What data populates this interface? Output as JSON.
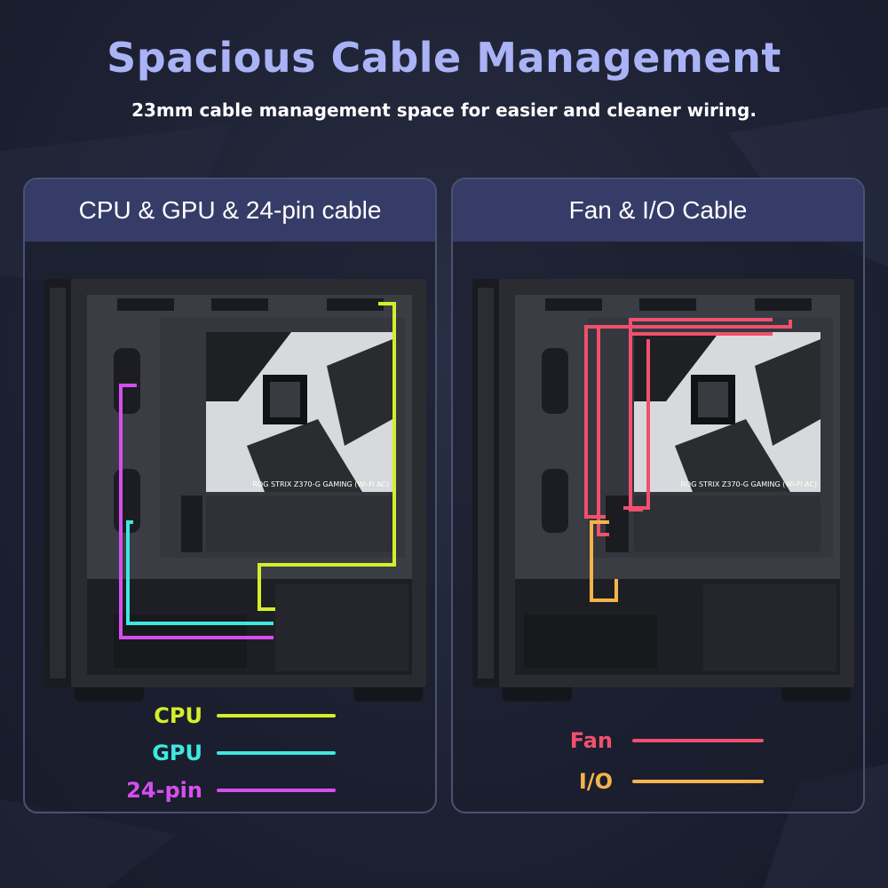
{
  "header": {
    "title": "Spacious Cable Management",
    "subtitle": "23mm cable management space for easier and cleaner wiring."
  },
  "panels": [
    {
      "title": "CPU & GPU & 24-pin cable",
      "board_label": "ROG STRIX Z370-G GAMING (Wi-Fi AC)",
      "legend": [
        {
          "label": "CPU",
          "color": "#d4ee2a"
        },
        {
          "label": "GPU",
          "color": "#3ee8e0"
        },
        {
          "label": "24-pin",
          "color": "#d64ef0"
        }
      ]
    },
    {
      "title": "Fan & I/O Cable",
      "board_label": "ROG STRIX Z370-G GAMING (Wi-Fi AC)",
      "legend": [
        {
          "label": "Fan",
          "color": "#f0506e"
        },
        {
          "label": "I/O",
          "color": "#f4b44a"
        }
      ]
    }
  ],
  "colors": {
    "title": "#a9b3f5",
    "panel_header_bg": "#353c68",
    "panel_border": "#4a5273"
  },
  "icons": [
    "case-side-view-image",
    "motherboard-image",
    "cpu-socket-icon"
  ]
}
